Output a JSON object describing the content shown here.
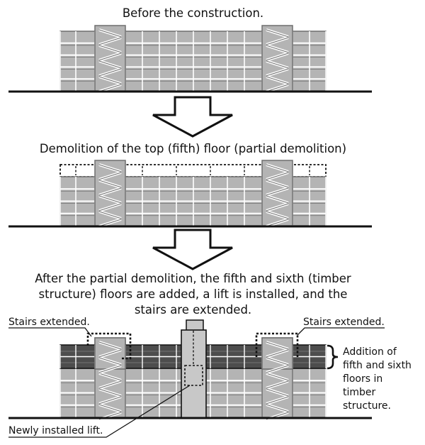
{
  "captions": {
    "before": "Before the construction.",
    "demolition": "Demolition of the top (fifth) floor (partial demolition)",
    "after": [
      "After the partial demolition, the fifth and sixth (timber",
      "structure) floors are added, a lift is installed, and the",
      "stairs are extended."
    ]
  },
  "labels": {
    "stairs_left": "Stairs extended.",
    "stairs_right": "Stairs extended.",
    "addition": [
      "Addition of",
      "fifth and sixth",
      "floors in",
      "timber",
      "structure."
    ],
    "lift": "Newly installed lift."
  },
  "colors": {
    "facade": "#b4b4b4",
    "facade_line": "#6e6e6e",
    "timber": "#4d4d4d",
    "lift": "#c8c8c8",
    "arrow_fill": "#ffffff",
    "ink": "#111111"
  }
}
